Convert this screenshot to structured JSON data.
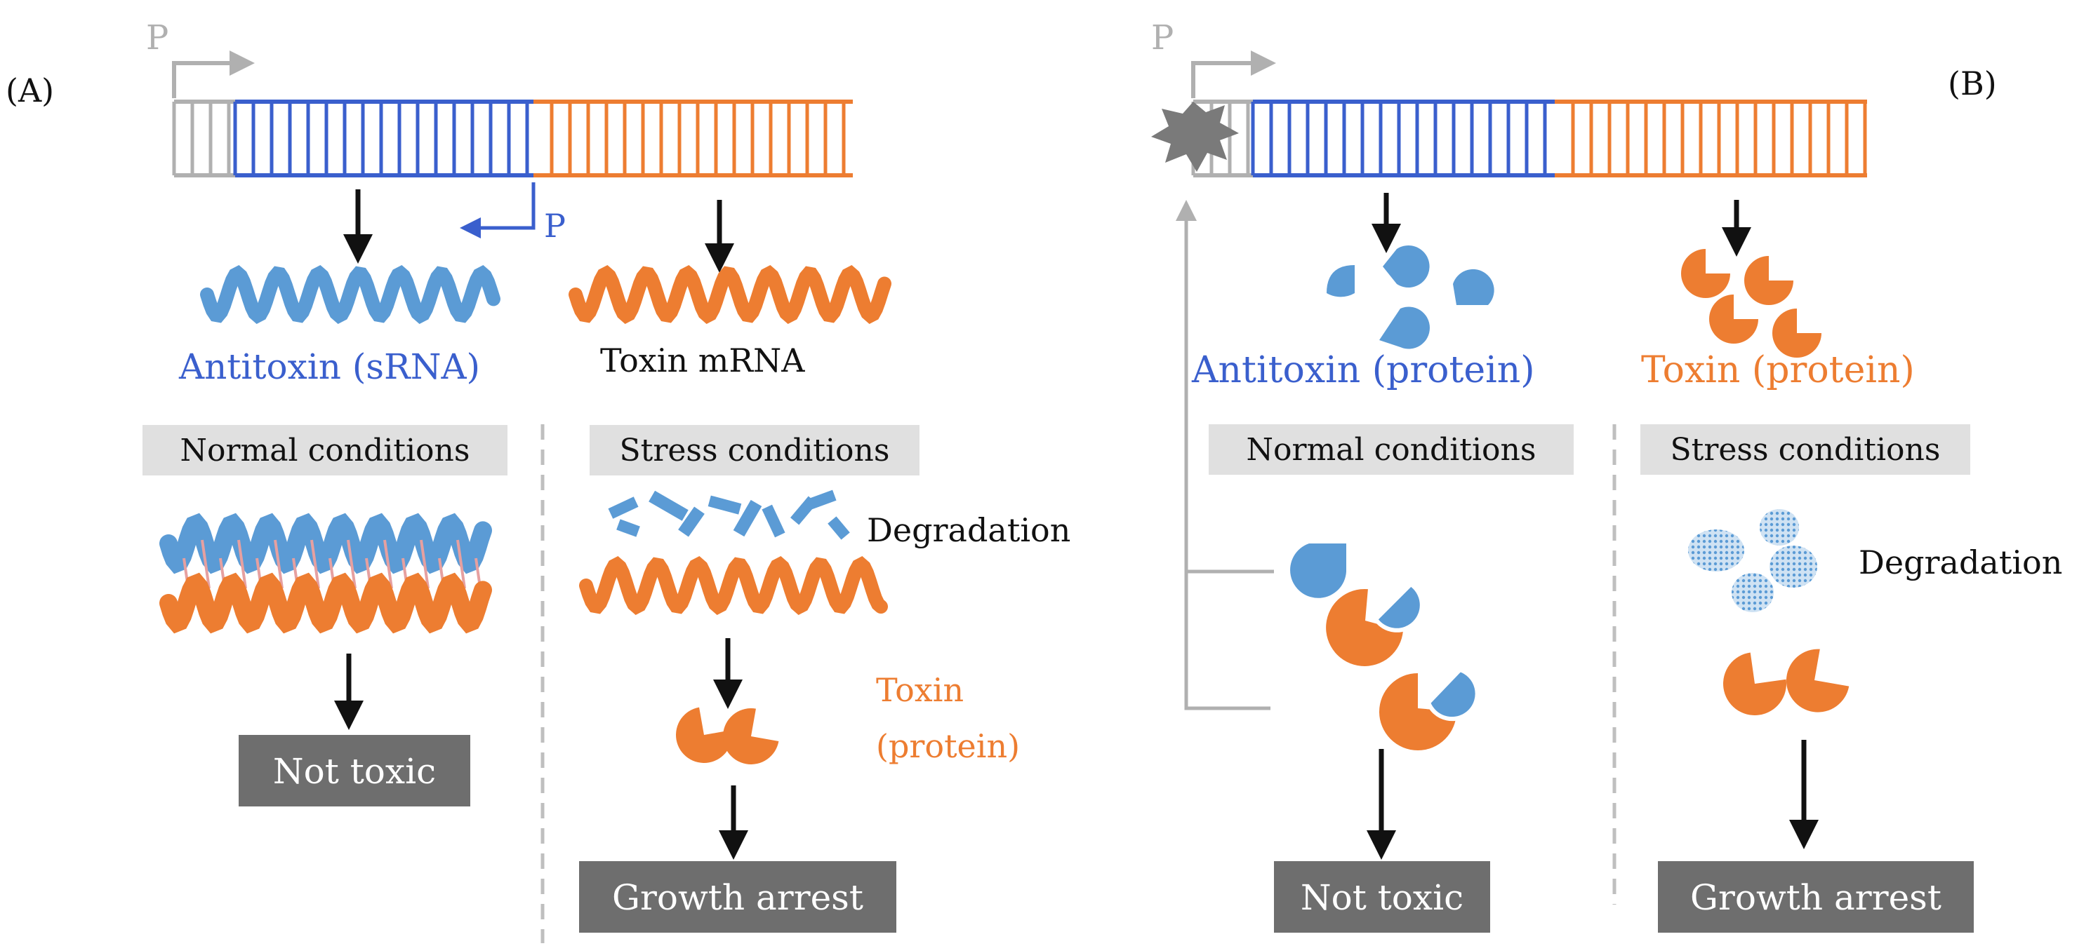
{
  "colors": {
    "blue": "#3A5FCD",
    "light_blue": "#5B9BD5",
    "orange": "#ED7D31",
    "gray_promoter": "#B0B0B0",
    "label_box": "#E0E0E0",
    "dark_box": "#6E6E6E",
    "arrow": "#111111",
    "dashed_divider": "#BFBFBF",
    "red_pairing": "#C0504D"
  },
  "panel_a": {
    "label": "(A)",
    "promoter_top": "P",
    "promoter_internal": "P",
    "antitoxin_label": "Antitoxin (sRNA)",
    "toxin_mrna_label": "Toxin mRNA",
    "normal": {
      "header": "Normal conditions",
      "outcome": "Not toxic"
    },
    "stress": {
      "header": "Stress conditions",
      "degradation": "Degradation",
      "toxin_label_line1": "Toxin",
      "toxin_label_line2": "(protein)",
      "outcome": "Growth arrest"
    }
  },
  "panel_b": {
    "label": "(B)",
    "promoter_top": "P",
    "antitoxin_label": "Antitoxin (protein)",
    "toxin_label": "Toxin (protein)",
    "normal": {
      "header": "Normal conditions",
      "outcome": "Not toxic"
    },
    "stress": {
      "header": "Stress conditions",
      "degradation": "Degradation",
      "outcome": "Growth arrest"
    }
  }
}
